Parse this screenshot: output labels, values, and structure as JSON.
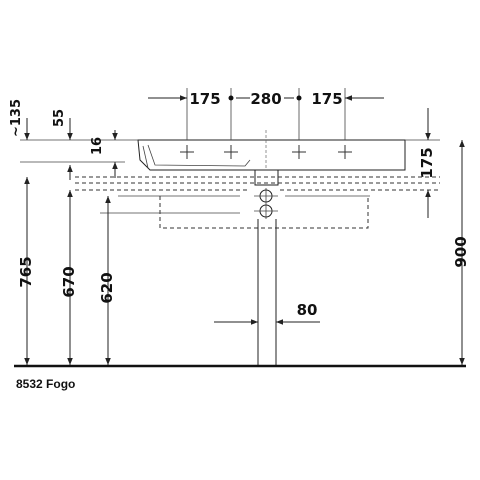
{
  "caption": "8532 Fogo",
  "dimensions": {
    "top_175_left": "175",
    "top_280": "280",
    "top_175_right": "175",
    "approx_135": "~135",
    "d55": "55",
    "d16": "16",
    "right_175": "175",
    "h765": "765",
    "h670": "670",
    "h620": "620",
    "h900": "900",
    "d80": "80"
  }
}
